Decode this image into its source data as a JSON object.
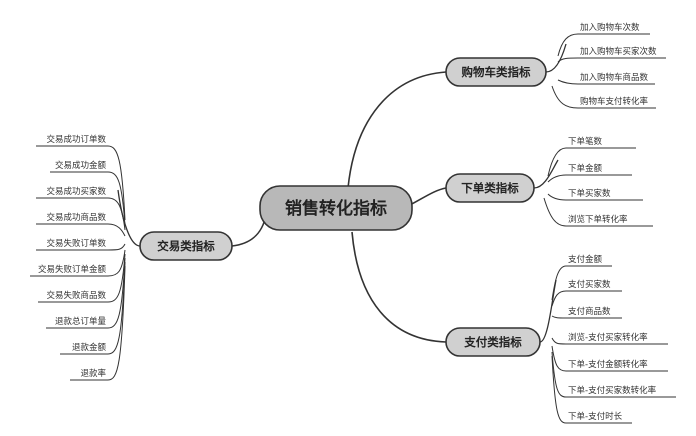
{
  "root": {
    "label": "销售转化指标"
  },
  "branches": [
    {
      "label": "购物车类指标",
      "leaves": [
        "加入购物车次数",
        "加入购物车买家次数",
        "加入购物车商品数",
        "购物车支付转化率"
      ]
    },
    {
      "label": "下单类指标",
      "leaves": [
        "下单笔数",
        "下单金额",
        "下单买家数",
        "浏览下单转化率"
      ]
    },
    {
      "label": "支付类指标",
      "leaves": [
        "支付金额",
        "支付买家数",
        "支付商品数",
        "浏览-支付买家转化率",
        "下单-支付金额转化率",
        "下单-支付买家数转化率",
        "下单-支付时长"
      ]
    },
    {
      "label": "交易类指标",
      "leaves": [
        "交易成功订单数",
        "交易成功金额",
        "交易成功买家数",
        "交易成功商品数",
        "交易失败订单数",
        "交易失败订单金额",
        "交易失败商品数",
        "退款总订单量",
        "退款金额",
        "退款率"
      ]
    }
  ],
  "colors": {
    "node_fill": "#d0d0d0",
    "root_fill": "#b8b8b8",
    "line": "#333333"
  }
}
